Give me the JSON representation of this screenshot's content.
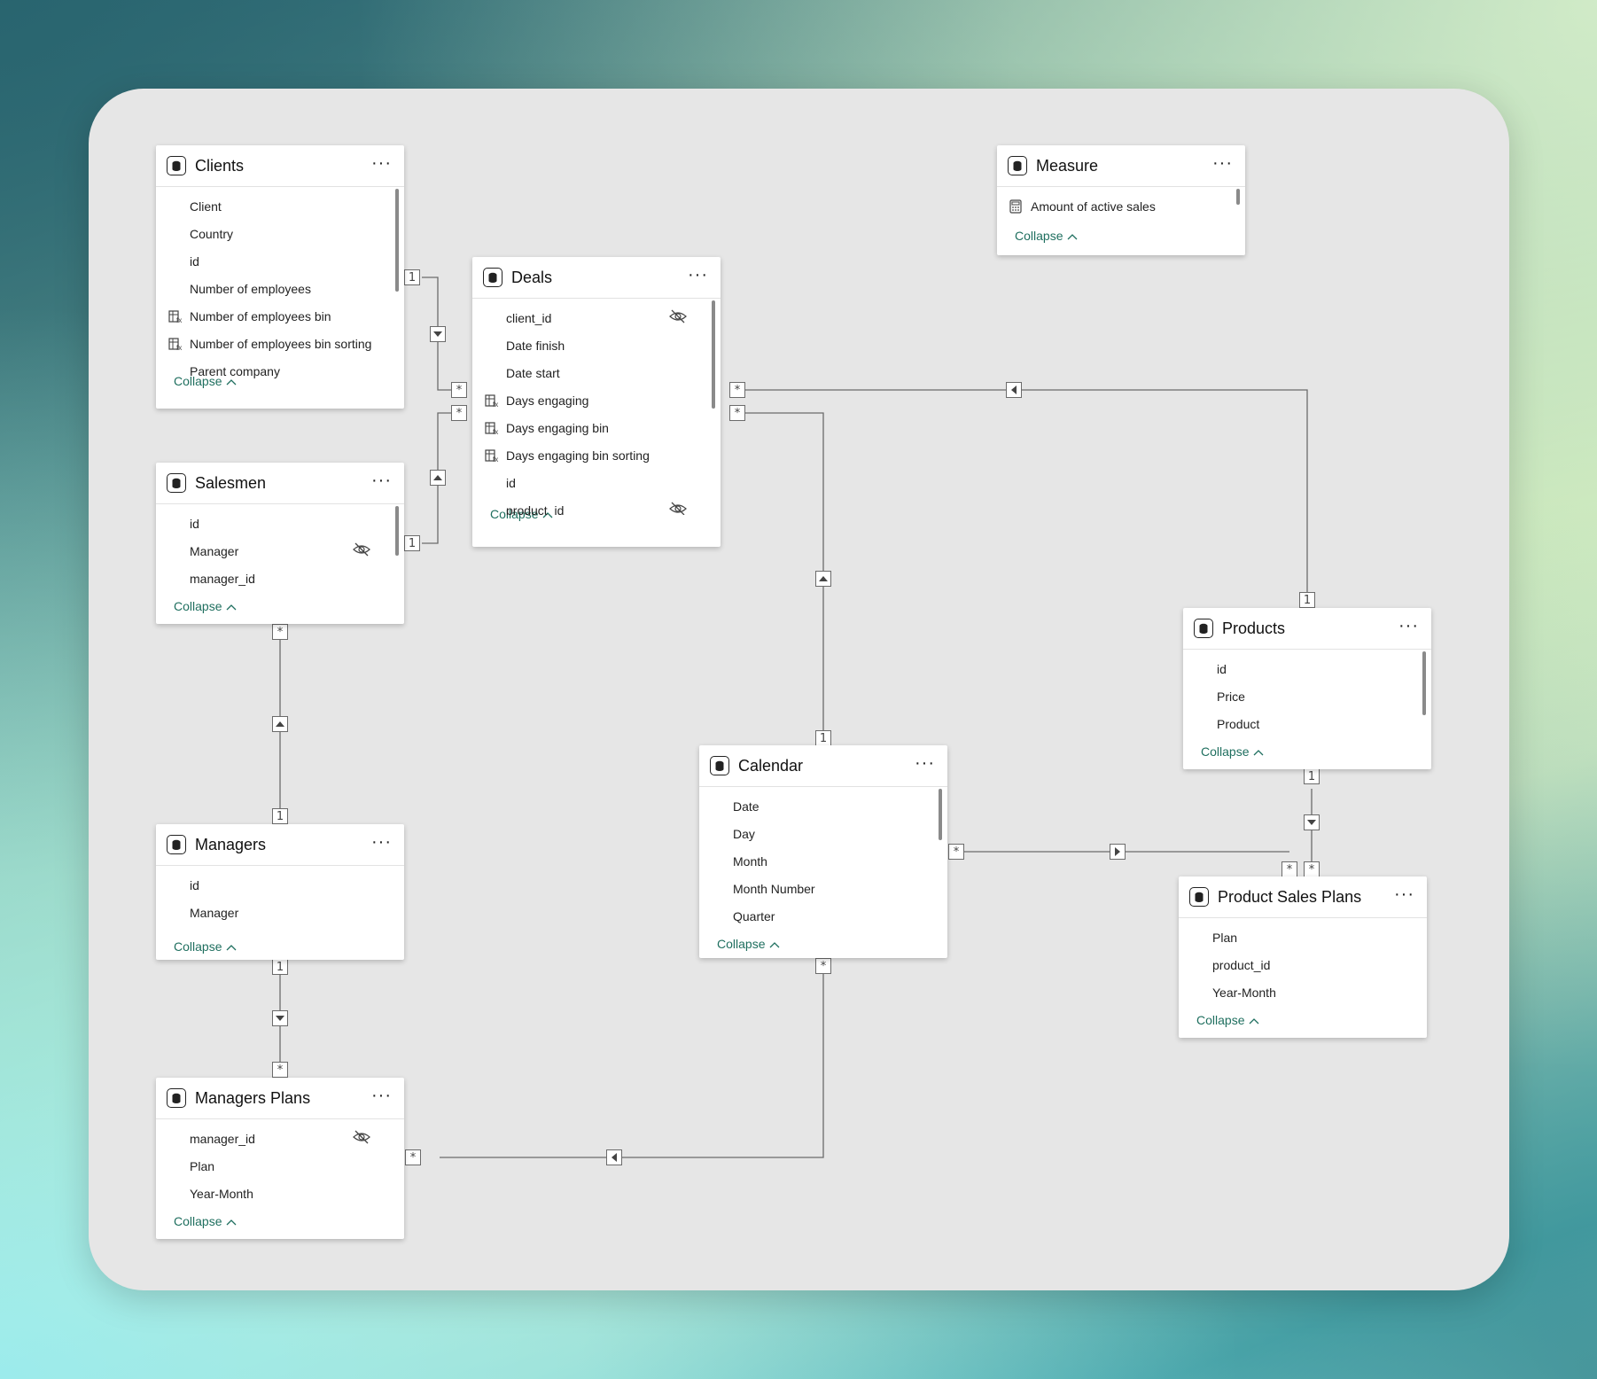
{
  "tables": {
    "clients": {
      "title": "Clients",
      "fields": [
        "Client",
        "Country",
        "id",
        "Number of employees",
        "Number of employees bin",
        "Number of employees bin sorting",
        "Parent company"
      ],
      "collapse": "Collapse"
    },
    "measure": {
      "title": "Measure",
      "fields": [
        "Amount of active sales"
      ],
      "collapse": "Collapse"
    },
    "deals": {
      "title": "Deals",
      "fields": [
        "client_id",
        "Date finish",
        "Date start",
        "Days engaging",
        "Days engaging bin",
        "Days engaging bin sorting",
        "id",
        "product_id"
      ],
      "collapse": "Collapse"
    },
    "salesmen": {
      "title": "Salesmen",
      "fields": [
        "id",
        "Manager",
        "manager_id"
      ],
      "collapse": "Collapse"
    },
    "products": {
      "title": "Products",
      "fields": [
        "id",
        "Price",
        "Product"
      ],
      "collapse": "Collapse"
    },
    "calendar": {
      "title": "Calendar",
      "fields": [
        "Date",
        "Day",
        "Month",
        "Month Number",
        "Quarter"
      ],
      "collapse": "Collapse"
    },
    "managers": {
      "title": "Managers",
      "fields": [
        "id",
        "Manager"
      ],
      "collapse": "Collapse"
    },
    "product_sales_plans": {
      "title": "Product Sales Plans",
      "fields": [
        "Plan",
        "product_id",
        "Year-Month"
      ],
      "collapse": "Collapse"
    },
    "managers_plans": {
      "title": "Managers Plans",
      "fields": [
        "manager_id",
        "Plan",
        "Year-Month"
      ],
      "collapse": "Collapse"
    }
  },
  "cardinality": {
    "one": "1",
    "many": "*"
  },
  "more_label": "···",
  "colors": {
    "line": "#6b6b6b",
    "link": "#1f6f5f",
    "canvas": "#e6e6e6"
  }
}
